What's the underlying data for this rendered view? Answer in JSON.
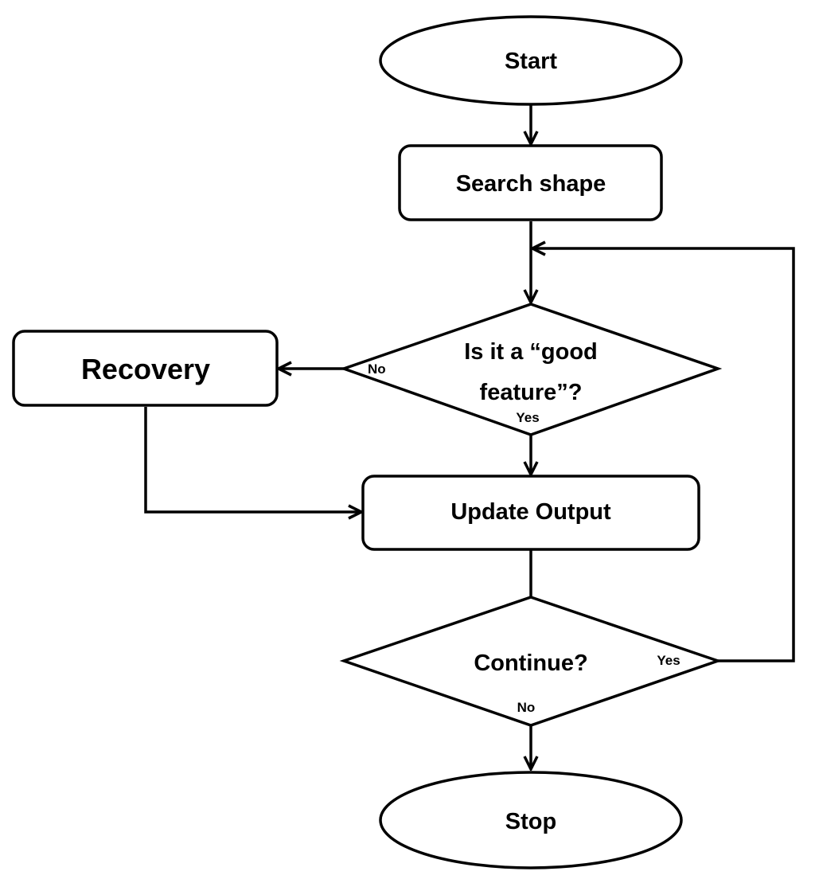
{
  "nodes": {
    "start": "Start",
    "search_shape": "Search shape",
    "good_feature_line1": "Is it a “good",
    "good_feature_line2": "feature”?",
    "recovery": "Recovery",
    "update_output": "Update Output",
    "continue": "Continue?",
    "stop": "Stop"
  },
  "edge_labels": {
    "good_feature_no": "No",
    "good_feature_yes": "Yes",
    "continue_yes": "Yes",
    "continue_no": "No"
  },
  "colors": {
    "stroke": "#000000",
    "fill": "#ffffff",
    "text": "#000000"
  }
}
